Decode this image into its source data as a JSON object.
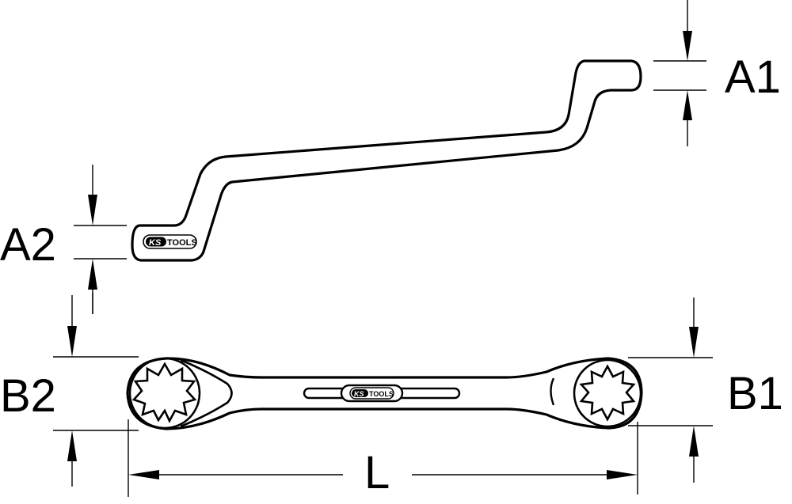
{
  "diagram": {
    "subject": "double-ended offset ring spanner",
    "colors": {
      "line": "#000000",
      "background": "#ffffff"
    },
    "views": {
      "side": {
        "brand_logo": {
          "prefix": "KS",
          "suffix": "TOOLS"
        }
      },
      "top": {
        "brand_logo": {
          "prefix": "KS",
          "suffix": "TOOLS"
        }
      }
    },
    "dimensions": {
      "A1": "A1",
      "A2": "A2",
      "B1": "B1",
      "B2": "B2",
      "L": "L"
    }
  }
}
